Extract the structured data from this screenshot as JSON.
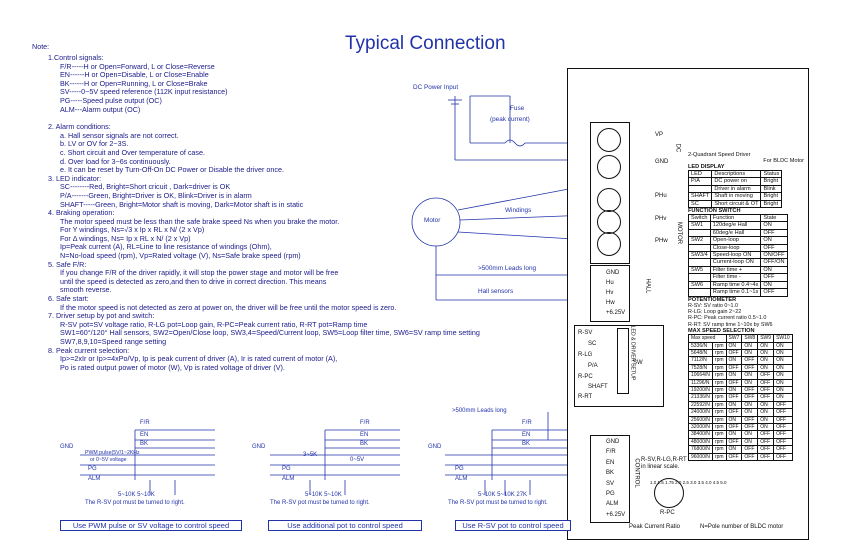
{
  "title": "Typical Connection",
  "note_label": "Note:",
  "notes": {
    "n1": "1.Control signals:",
    "n1a": "F/R-----H or Open=Forward, L or Close=Reverse",
    "n1b": "EN------H or Open=Disable, L or Close=Enable",
    "n1c": "BK------H or Open=Running, L or Close=Brake",
    "n1d": "SV-----0~5V speed reference (112K input resistance)",
    "n1e": "PG-----Speed pulse output (OC)",
    "n1f": "ALM---Alarm output (OC)",
    "n2": "2. Alarm conditions:",
    "n2a": "a. Hall sensor signals are not correct.",
    "n2b": "b. LV or OV for 2~3S.",
    "n2c": "c. Short circuit and Over temperature of case.",
    "n2d": "d. Over load for 3~6s continuously.",
    "n2e": "e. It can be reset by Turn-Off-On DC Power or Disable the driver once.",
    "n3": "3. LED indicator:",
    "n3a": "SC--------Red,  Bright=Short cricuit , Dark=driver is OK",
    "n3b": "P/A-------Green,  Bright=Driver is OK, Blink=Driver is in alarm",
    "n3c": "SHAFT-----Green,  Bright=Motor shaft is moving, Dark=Motor shaft is in static",
    "n4": "4. Braking operation:",
    "n4a": "The motor speed must be less than the safe brake speed Ns when you brake the motor.",
    "n4b": "For Y windings, Ns=√3 x Ip x RL x N/ (2 x Vp)",
    "n4c": "For Δ windings, Ns= Ip x RL x N/ (2 x Vp)",
    "n4d": "Ip=Peak current (A), RL=Line to line resistance of windings (Ohm),",
    "n4e": "N=No-load speed (rpm), Vp=Rated voltage (V), Ns=Safe brake speed (rpm)",
    "n5": "5. Safe F/R:",
    "n5a": "If you change F/R of the driver rapidly, it will stop the power stage and motor will be free",
    "n5b": "until the speed is detected as zero,and then to drive in correct direction. This means",
    "n5c": "smooth reverse.",
    "n6": "6. Safe start:",
    "n6a": "If the motor speed is not detected as zero at power on, the driver will be free until the motor speed is zero.",
    "n7": "7. Driver setup by pot and switch:",
    "n7a": "R-SV pot=SV voltage ratio, R-LG pot=Loop gain, R-PC=Peak current ratio, R-RT pot=Ramp time",
    "n7b": "SW1=60°/120° Hall sensors, SW2=Open/Close loop, SW3,4=Speed/Current loop, SW5=Loop filter time, SW6=SV ramp time setting",
    "n7c": "SW7,8,9,10=Speed range setting",
    "n8": "8. Peak current selection:",
    "n8a": "Ip>=2xIr or Ip>=4xPo/Vp, Ip is peak current of driver (A), Ir is rated current of motor (A),",
    "n8b": "Po is rated output power of motor (W), Vp is rated voltage of driver (V)."
  },
  "power": {
    "dc_input": "DC Power Input",
    "fuse": "Fuse",
    "fuse_sub": "(peak current)",
    "vp": "VP",
    "gnd": "GND",
    "dc": "DC",
    "motor_side": "MOTOR"
  },
  "motor": {
    "label": "Motor",
    "windings": "Windings",
    "leads": ">500mm Leads long",
    "hall": "Hall sensors",
    "phu": "PHu",
    "phv": "PHv",
    "phw": "PHw"
  },
  "hall_terminals": [
    "GND",
    "Hu",
    "Hv",
    "Hw",
    "+6.25V"
  ],
  "setup": {
    "rsv": "R-SV",
    "sc": "SC",
    "rlg": "R-LG",
    "pa": "P/A",
    "rpc": "R-PC",
    "shaft": "SHAFT",
    "rrt": "R-RT",
    "sw": "SW",
    "led_setup": "LED & DRIVER SETUP",
    "hall_side": "HALL"
  },
  "control_terminals": [
    "GND",
    "F/R",
    "EN",
    "BK",
    "SV",
    "PG",
    "ALM",
    "+6.25V"
  ],
  "control": {
    "side": "CONTROL",
    "pot_note1": "R-SV,R-LG,R-RT",
    "pot_note2": "in linear scale.",
    "rpc": "R-PC",
    "peak_ratio": "Peak Current Ratio",
    "dial": [
      "1.0",
      "1.5",
      "1.75",
      "2.0",
      "2.5",
      "3.0",
      "3.5",
      "4.0",
      "4.5",
      "5.0"
    ]
  },
  "spec": {
    "heading1": "2-Quadrant Speed Driver",
    "heading2": "For BLDC Motor",
    "led_display": "LED DISPLAY",
    "led_cols": [
      "LED",
      "Descriptions",
      "Status"
    ],
    "led_rows": [
      [
        "P/A",
        "DC power on",
        "Bright"
      ],
      [
        "",
        "Driver in alarm",
        "Blink"
      ],
      [
        "SHAFT",
        "Shaft in moving",
        "Bright"
      ],
      [
        "SC",
        "Short circuit & OT",
        "Bright"
      ]
    ],
    "function_switch": "FUNCTION SWITCH",
    "fs_cols": [
      "Switch",
      "Function",
      "State"
    ],
    "fs_rows": [
      [
        "SW1",
        "120deg/e Hall",
        "ON"
      ],
      [
        "",
        "60deg/e Hall",
        "OFF"
      ],
      [
        "SW2",
        "Open-loop",
        "ON"
      ],
      [
        "",
        "Close-loop",
        "OFF"
      ],
      [
        "SW3/4",
        "Speed-loop ON",
        "ON/OFF"
      ],
      [
        "",
        "Current-loop ON",
        "OFF/ON"
      ],
      [
        "SW5",
        "Filter time +",
        "ON"
      ],
      [
        "",
        "Filter time -",
        "OFF"
      ],
      [
        "SW6",
        "Ramp time 0.4~4s",
        "ON"
      ],
      [
        "",
        "Ramp time 0.1~1s",
        "OFF"
      ]
    ],
    "potentiometer": "POTENTIOMETER",
    "pots": [
      "R-SV: SV ratio 0~1.0",
      "R-LG: Loop gain 2~22",
      "R-PC: Peak current ratio 0.5~1.0",
      "R-RT: SV ramp time 1~10x by SW6"
    ],
    "max_speed_sel": "MAX SPEED SELECTION",
    "ms_cols": [
      "Max speed",
      "SW7",
      "SW8",
      "SW9",
      "SW10"
    ],
    "ms_rows": [
      [
        "5336/N",
        "rpm",
        "ON",
        "ON",
        "ON",
        "ON"
      ],
      [
        "5648/N",
        "rpm",
        "OFF",
        "ON",
        "ON",
        "ON"
      ],
      [
        "7112/N",
        "rpm",
        "ON",
        "OFF",
        "ON",
        "ON"
      ],
      [
        "7528/N",
        "rpm",
        "OFF",
        "OFF",
        "ON",
        "ON"
      ],
      [
        "10664/N",
        "rpm",
        "ON",
        "ON",
        "OFF",
        "ON"
      ],
      [
        "11296/N",
        "rpm",
        "OFF",
        "ON",
        "OFF",
        "ON"
      ],
      [
        "19200/N",
        "rpm",
        "ON",
        "OFF",
        "OFF",
        "ON"
      ],
      [
        "21336/N",
        "rpm",
        "OFF",
        "OFF",
        "OFF",
        "ON"
      ],
      [
        "22592/N",
        "rpm",
        "ON",
        "ON",
        "ON",
        "OFF"
      ],
      [
        "24000/N",
        "rpm",
        "OFF",
        "ON",
        "ON",
        "OFF"
      ],
      [
        "25600/N",
        "rpm",
        "ON",
        "OFF",
        "ON",
        "OFF"
      ],
      [
        "32000/N",
        "rpm",
        "OFF",
        "OFF",
        "ON",
        "OFF"
      ],
      [
        "38400/N",
        "rpm",
        "ON",
        "ON",
        "OFF",
        "OFF"
      ],
      [
        "48000/N",
        "rpm",
        "OFF",
        "ON",
        "OFF",
        "OFF"
      ],
      [
        "76800/N",
        "rpm",
        "ON",
        "OFF",
        "OFF",
        "OFF"
      ],
      [
        "96000/N",
        "rpm",
        "OFF",
        "OFF",
        "OFF",
        "OFF"
      ]
    ],
    "footer": "N=Pole number of BLDC motor"
  },
  "circuits": {
    "fr": "F/R",
    "en": "EN",
    "bk": "BK",
    "gnd": "GND",
    "pg": "PG",
    "alm": "ALM",
    "pwm1": "PWM pulse(5V/1~2KHz",
    "pwm2": "or 0~5V voltage",
    "v35k": "3~5K",
    "v05v": "0~5V",
    "pots2": "5~10K  5~10K",
    "pots3": "5~10K  5~10K  27K",
    "note": "The R-SV pot must be turned to right.",
    "leads": ">500mm Leads long",
    "cap1": "Use PWM pulse or SV voltage to control speed",
    "cap2": "Use additional pot to control speed",
    "cap3": "Use R-SV pot to control speed"
  }
}
